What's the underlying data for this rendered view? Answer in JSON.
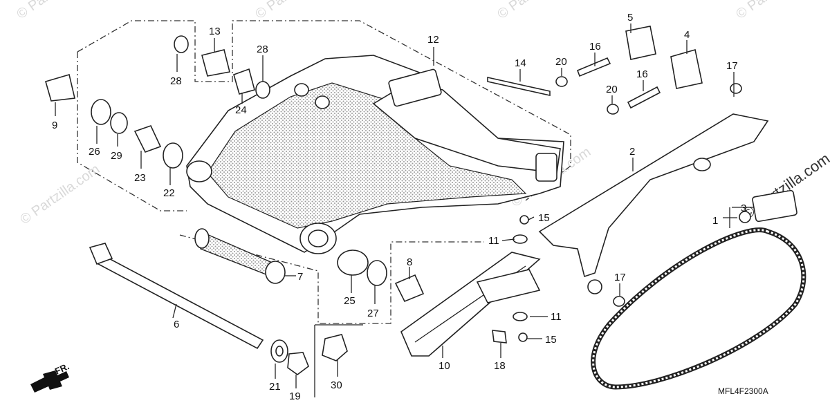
{
  "watermark": "© Partzilla.com",
  "diagram_code": "MFL4F2300A",
  "direction_label": "FR.",
  "callouts": [
    "1",
    "2",
    "3",
    "4",
    "5",
    "6",
    "7",
    "8",
    "9",
    "10",
    "11",
    "11",
    "12",
    "13",
    "14",
    "15",
    "15",
    "16",
    "16",
    "17",
    "17",
    "18",
    "19",
    "20",
    "20",
    "21",
    "22",
    "23",
    "24",
    "25",
    "26",
    "27",
    "28",
    "28",
    "29",
    "30"
  ]
}
